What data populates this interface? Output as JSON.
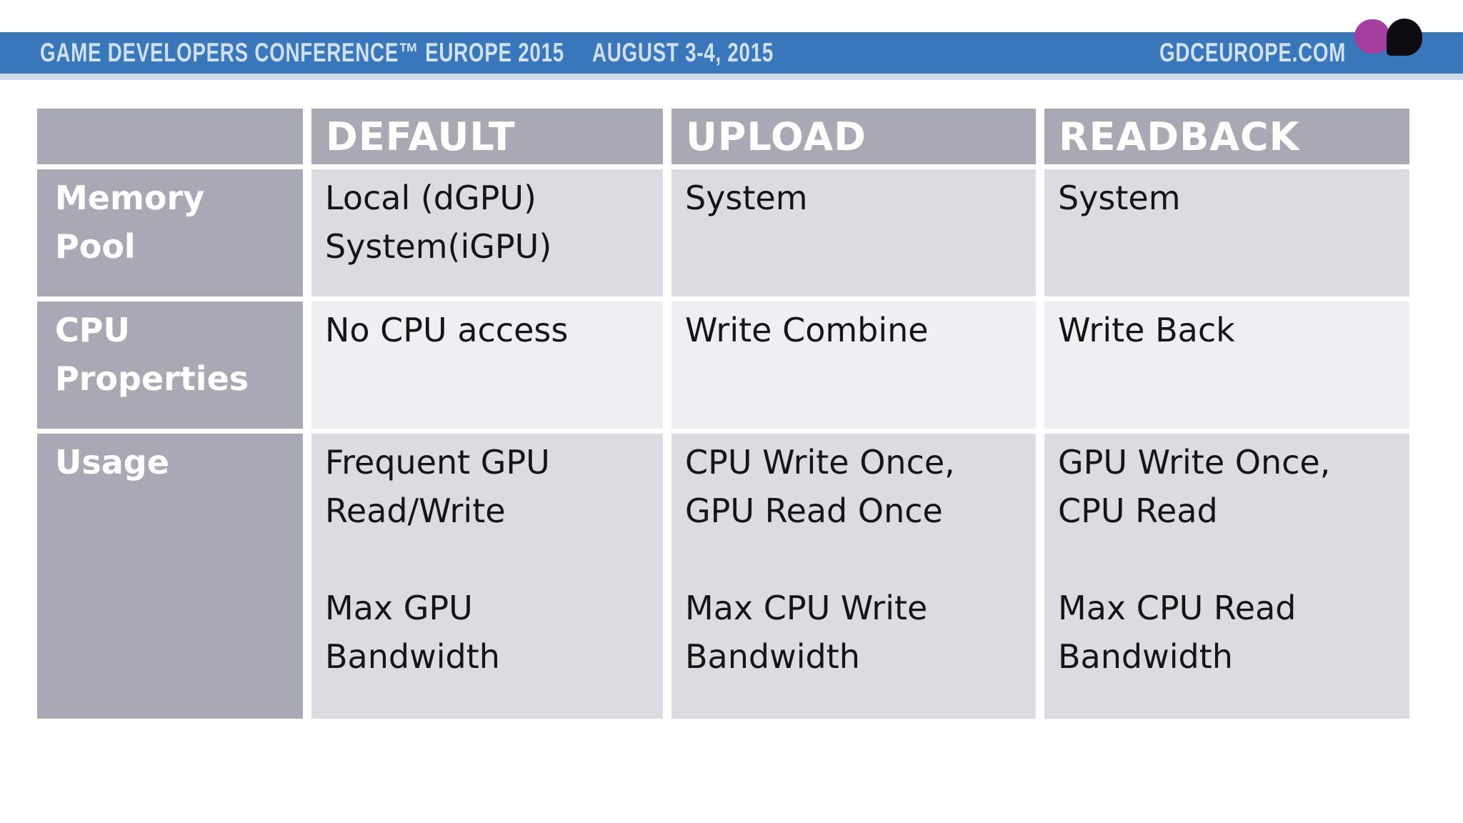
{
  "banner": {
    "conference_title": "GAME DEVELOPERS CONFERENCE™ EUROPE 2015",
    "dates": "AUGUST 3-4, 2015",
    "website": "GDCEUROPE.COM",
    "background_color": "#3a76ba",
    "underline_color": "#cddaeb",
    "text_color": "#cfe0f0"
  },
  "logo": {
    "left_shape_color": "#a43e9e",
    "right_shape_color": "#0e0b12"
  },
  "table": {
    "columns": [
      "",
      "DEFAULT",
      "UPLOAD",
      "READBACK"
    ],
    "rows": [
      {
        "label": "Memory\nPool",
        "cells": [
          "Local (dGPU)\nSystem(iGPU)",
          "System",
          "System"
        ]
      },
      {
        "label": "CPU\nProperties",
        "cells": [
          "No CPU access",
          "Write Combine",
          "Write Back"
        ]
      },
      {
        "label": "Usage",
        "cells": [
          "Frequent GPU\nRead/Write\n\nMax GPU\nBandwidth",
          "CPU Write Once,\nGPU Read Once\n\nMax CPU Write\nBandwidth",
          "GPU Write Once,\nCPU Read\n\nMax CPU Read\nBandwidth"
        ]
      }
    ],
    "colors": {
      "header_bg": "#a9a8b5",
      "label_bg": "#a9a8b5",
      "row_bg": "#dcdbe2",
      "row_alt_bg": "#efeef3",
      "header_text": "#ffffff",
      "cell_text": "#151515"
    }
  }
}
